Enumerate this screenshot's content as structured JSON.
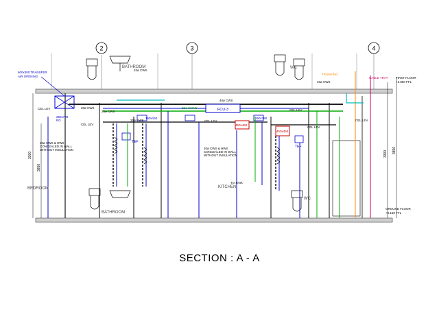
{
  "title": "SECTION : A - A",
  "grid_markers": [
    "2",
    "3",
    "4"
  ],
  "rooms": {
    "bathroom_top": "BATHROOM",
    "wc_top": "WC",
    "bedroom": "BEDROOM",
    "bathroom_bottom": "BATHROOM",
    "kitchen": "KITCHEN",
    "wc_bottom": "WC"
  },
  "notes": {
    "transfer_air_1": "600x300 TRANSFER",
    "transfer_air_2": "AIR OPENING",
    "rg": "250x700",
    "rg2": "RG",
    "first_floor_1": "FIRST FLOOR",
    "first_floor_2": "+3.850 FFL",
    "ground_floor_1": "GROUND FLOOR",
    "ground_floor_2": "+0.150 FFL",
    "cable_tray": "CABLE TRAY",
    "trunking": "TRUNKING",
    "cws_1": "32ø CWS",
    "cws_2": "40ø CWS",
    "cws_3": "25ø CWS",
    "chws": "25ø CHWS",
    "cws_4": "20ø CWS",
    "cws_5": "25ø CWS",
    "cws_6": "40ø CWS",
    "fcu": "FCU-3",
    "cel_lev_1": "CEL LEV",
    "cel_lev_2": "CEL LEV",
    "cel_lev_3": "CEL LEV",
    "cel_lev_4": "CEL LEV",
    "cel_lev_5": "CEL LEV",
    "cel_lev_6": "CEL LEV",
    "tef_1": "TEF",
    "tef_2": "TEF",
    "concealed_1": "20ø CWS & HWS",
    "concealed_2": "CONCEALED IN WALL",
    "concealed_3": "WITHOUT INSULATION",
    "concealed_4": "20ø CWS & HWS",
    "concealed_5": "CONCEALED IN WALL",
    "concealed_6": "WITHOUT INSULATION",
    "to_sink": "TO SINK",
    "duct_1": "150x150",
    "duct_2": "150x150",
    "red_1": "450x450",
    "red_2": "450x450",
    "dim_3300": "3300",
    "dim_3850": "3850"
  },
  "colors": {
    "cold_water": "#0000cc",
    "hot_water": "#cc0000",
    "chilled_water": "#00aa00",
    "drain": "#000000",
    "cable_tray": "#cc0066",
    "trunking": "#ff8800",
    "cyan": "#00bbbb",
    "slab": "#bdbdbd"
  }
}
